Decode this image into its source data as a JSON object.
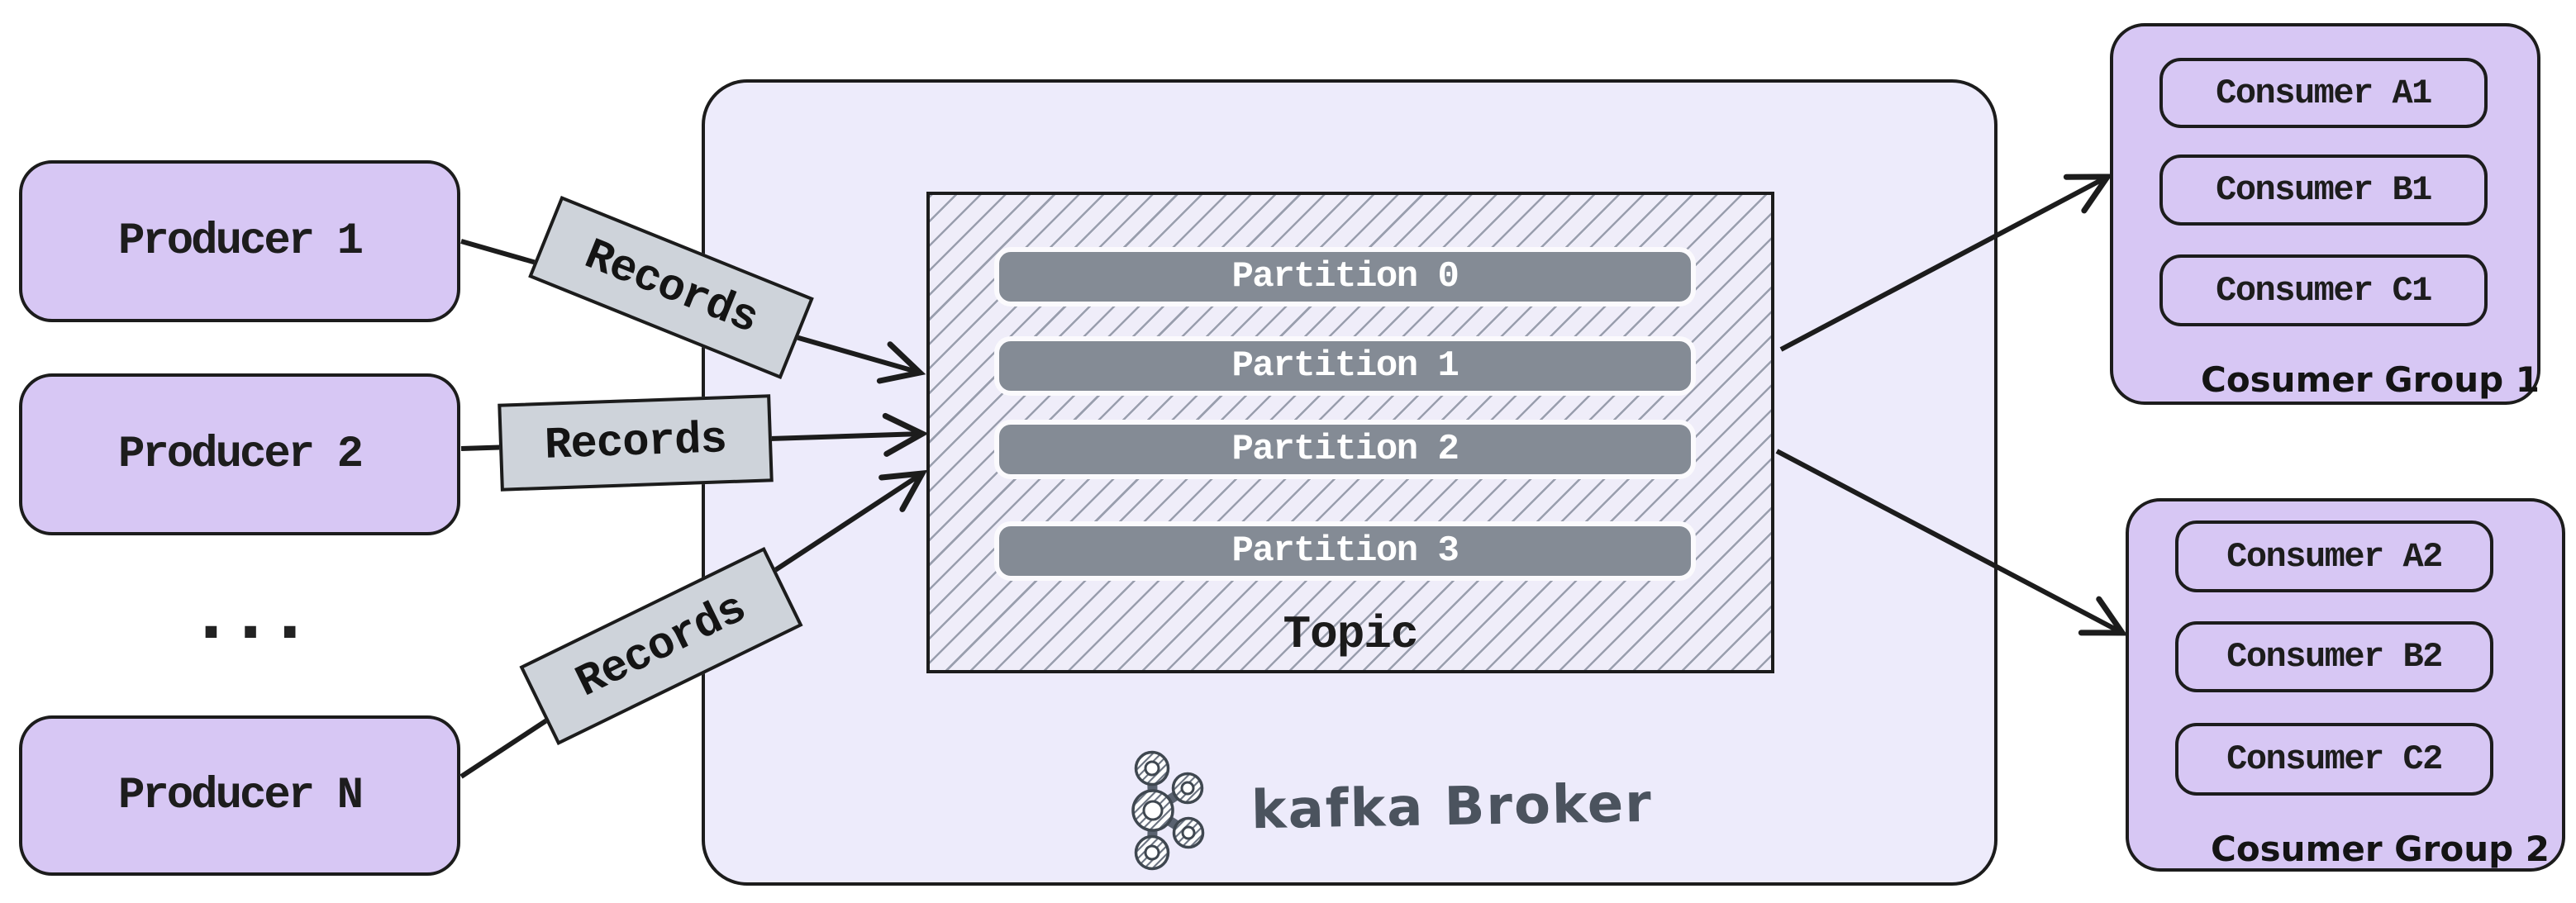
{
  "producers": {
    "ellipsis": "...",
    "items": [
      {
        "label": "Producer 1"
      },
      {
        "label": "Producer 2"
      },
      {
        "label": "Producer N"
      }
    ]
  },
  "records": {
    "labels": [
      {
        "text": "Records"
      },
      {
        "text": "Records"
      },
      {
        "text": "Records"
      }
    ]
  },
  "broker": {
    "name": "kafka Broker",
    "logo_icon": "kafka-logo",
    "topic": {
      "label": "Topic",
      "partitions": [
        {
          "label": "Partition 0"
        },
        {
          "label": "Partition 1"
        },
        {
          "label": "Partition 2"
        },
        {
          "label": "Partition 3"
        }
      ]
    }
  },
  "consumer_groups": [
    {
      "label": "Cosumer Group 1",
      "consumers": [
        {
          "label": "Consumer A1"
        },
        {
          "label": "Consumer B1"
        },
        {
          "label": "Consumer C1"
        }
      ]
    },
    {
      "label": "Cosumer Group 2",
      "consumers": [
        {
          "label": "Consumer A2"
        },
        {
          "label": "Consumer B2"
        },
        {
          "label": "Consumer C2"
        }
      ]
    }
  ],
  "colors": {
    "ink": "#1c1c1c",
    "purple": "#d7c7f4",
    "lavender": "#edebfb",
    "topicbg": "#efedf9",
    "partition": "#848b95",
    "recordbg": "#ced3da",
    "slate": "#4b535e"
  }
}
